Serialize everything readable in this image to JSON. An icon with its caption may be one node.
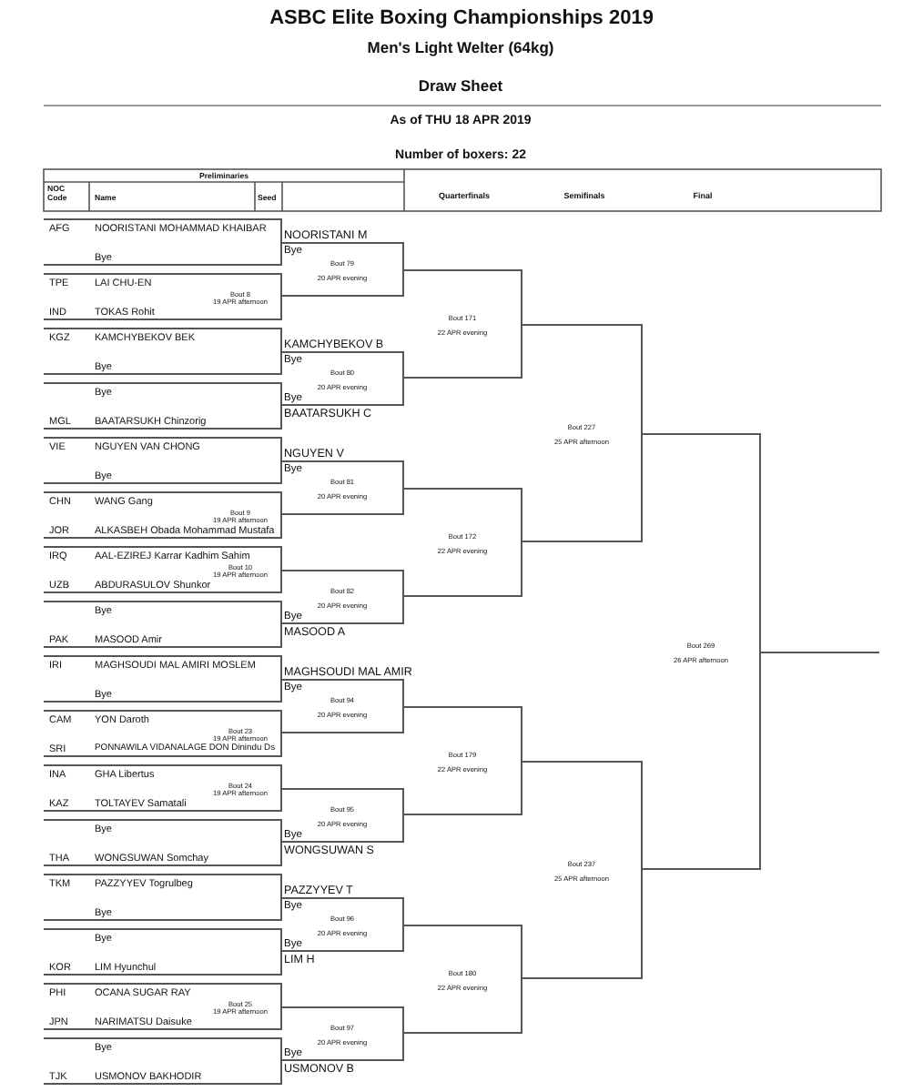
{
  "diagram": {
    "title": "ASBC Elite Boxing Championships 2019",
    "nodes": [
      {
        "text": [
          "AFG",
          "NOORISTANI MOHAMMAD KHAIBAR",
          "Bye"
        ]
      },
      {
        "text": [
          "TPE",
          "LAI CHU-EN",
          "Bout 8",
          "19 APR afternoon",
          "IND",
          "TOKAS Rohit"
        ]
      },
      {
        "text": [
          "KGZ",
          "KAMCHYBEKOV BEK",
          "Bye"
        ]
      },
      {
        "text": [
          "Bye",
          "MGL",
          "BAATARSUKH Chinzorig"
        ]
      },
      {
        "text": [
          "VIE",
          "NGUYEN VAN CHONG",
          "Bye"
        ]
      },
      {
        "text": [
          "CHN",
          "WANG Gang",
          "Bout 9",
          "19 APR afternoon",
          "JOR",
          "ALKASBEH Obada Mohammad Mustafa"
        ]
      },
      {
        "text": [
          "IRQ",
          "AAL-EZIREJ Karrar Kadhim Sahim",
          "Bout 10",
          "19 APR afternoon",
          "UZB",
          "ABDURASULOV Shunkor"
        ]
      },
      {
        "text": [
          "Bye",
          "PAK",
          "MASOOD Amir"
        ]
      },
      {
        "text": [
          "IRI",
          "MAGHSOUDI MAL AMIRI MOSLEM",
          "Bye"
        ]
      },
      {
        "text": [
          "CAM",
          "YON Daroth",
          "Bout 23",
          "19 APR afternoon",
          "SRI",
          "PONNAWILA VIDANALAGE DON Dinindu Ds"
        ]
      },
      {
        "text": [
          "INA",
          "GHA Libertus",
          "Bout 24",
          "19 APR afternoon",
          "KAZ",
          "TOLTAYEV Samatali"
        ]
      },
      {
        "text": [
          "Bye",
          "THA",
          "WONGSUWAN Somchay"
        ]
      },
      {
        "text": [
          "TKM",
          "PAZZYYEV Togrulbeg",
          "Bye"
        ]
      },
      {
        "text": [
          "Bye",
          "KOR",
          "LIM Hyunchul"
        ]
      },
      {
        "text": [
          "PHI",
          "OCANA SUGAR RAY",
          "Bout 25",
          "19 APR afternoon",
          "JPN",
          "NARIMATSU Daisuke"
        ]
      },
      {
        "text": [
          "Bye",
          "TJK",
          "USMONOV BAKHODIR"
        ]
      },
      {
        "text": [
          "NOORISTANI M",
          "Bye",
          "Bout 79",
          "20 APR evening"
        ]
      },
      {
        "text": [
          "KAMCHYBEKOV B",
          "Bye",
          "Bout 80",
          "20 APR evening",
          "Bye",
          "BAATARSUKH C"
        ]
      },
      {
        "text": [
          "NGUYEN V",
          "Bye",
          "Bout 81",
          "20 APR evening"
        ]
      },
      {
        "text": [
          "Bout 82",
          "20 APR evening",
          "Bye",
          "MASOOD A"
        ]
      },
      {
        "text": [
          "MAGHSOUDI MAL AMIR",
          "Bye",
          "Bout 94",
          "20 APR evening"
        ]
      },
      {
        "text": [
          "Bout 95",
          "20 APR evening",
          "Bye",
          "WONGSUWAN S"
        ]
      },
      {
        "text": [
          "PAZZYYEV T",
          "Bye",
          "Bout 96",
          "20 APR evening",
          "Bye",
          "LIM H"
        ]
      },
      {
        "text": [
          "Bout 97",
          "20 APR evening",
          "Bye",
          "USMONOV B"
        ]
      },
      {
        "text": [
          "Bout 171",
          "22 APR evening"
        ]
      },
      {
        "text": [
          "Bout 172",
          "22 APR evening"
        ]
      },
      {
        "text": [
          "Bout 179",
          "22 APR evening"
        ]
      },
      {
        "text": [
          "Bout 180",
          "22 APR evening"
        ]
      },
      {
        "text": [
          "Bout 227",
          "25 APR afternoon"
        ]
      },
      {
        "text": [
          "Bout 237",
          "25 APR afternoon"
        ]
      },
      {
        "text": [
          "Bout 269",
          "26 APR afternoon"
        ]
      }
    ],
    "labels": [
      "Men's Light Welter (64kg)",
      "Draw Sheet",
      "As of THU 18 APR 2019",
      "Number of boxers: 22",
      "Preliminaries",
      "NOC Code",
      "Name",
      "Seed",
      "Quarterfinals",
      "Semifinals",
      "Final"
    ]
  }
}
